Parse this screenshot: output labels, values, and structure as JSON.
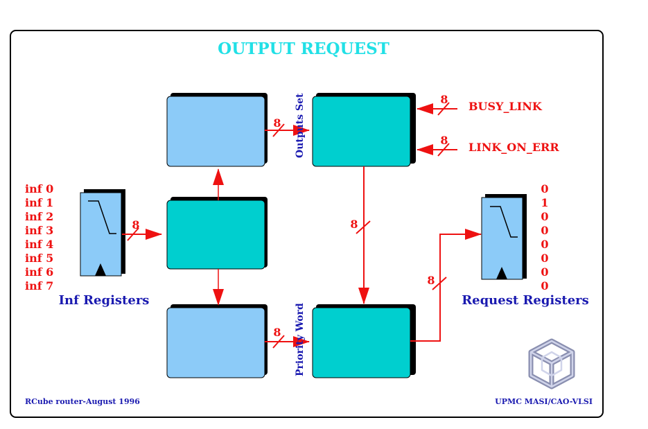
{
  "title": "OUTPUT REQUEST",
  "inputs": [
    "inf 0",
    "inf 1",
    "inf 2",
    "inf 3",
    "inf 4",
    "inf 5",
    "inf 6",
    "inf 7"
  ],
  "inf_registers_label": "Inf Registers",
  "request_registers_label": "Request Registers",
  "outputs_set_label": "Outputs Set",
  "priority_word_label": "Priority Word",
  "busy_link_label": "BUSY_LINK",
  "link_on_err_label": "LINK_ON_ERR",
  "bus_width": "8",
  "request_bits": [
    "0",
    "1",
    "0",
    "0",
    "0",
    "0",
    "0",
    "0"
  ],
  "footer_left": "RCube router-August 1996",
  "footer_right": "UPMC MASI/CAO-VLSI",
  "colors": {
    "title": "#22e0e6",
    "signal": "#ee1111",
    "label": "#1a1ab0",
    "light_box": "#8ccbf8",
    "teal_box": "#00cfcf"
  }
}
